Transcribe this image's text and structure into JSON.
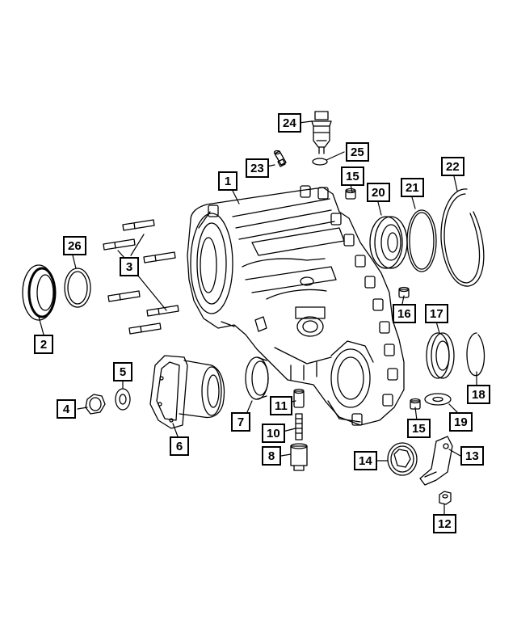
{
  "callouts": [
    {
      "id": "c1",
      "label": "1"
    },
    {
      "id": "c2",
      "label": "2"
    },
    {
      "id": "c3",
      "label": "3"
    },
    {
      "id": "c4",
      "label": "4"
    },
    {
      "id": "c5",
      "label": "5"
    },
    {
      "id": "c6",
      "label": "6"
    },
    {
      "id": "c7",
      "label": "7"
    },
    {
      "id": "c8",
      "label": "8"
    },
    {
      "id": "c10",
      "label": "10"
    },
    {
      "id": "c11",
      "label": "11"
    },
    {
      "id": "c12",
      "label": "12"
    },
    {
      "id": "c13",
      "label": "13"
    },
    {
      "id": "c14",
      "label": "14"
    },
    {
      "id": "c15a",
      "label": "15"
    },
    {
      "id": "c15b",
      "label": "15"
    },
    {
      "id": "c16",
      "label": "16"
    },
    {
      "id": "c17",
      "label": "17"
    },
    {
      "id": "c18",
      "label": "18"
    },
    {
      "id": "c19",
      "label": "19"
    },
    {
      "id": "c20",
      "label": "20"
    },
    {
      "id": "c21",
      "label": "21"
    },
    {
      "id": "c22",
      "label": "22"
    },
    {
      "id": "c23",
      "label": "23"
    },
    {
      "id": "c24",
      "label": "24"
    },
    {
      "id": "c25",
      "label": "25"
    },
    {
      "id": "c26",
      "label": "26"
    }
  ]
}
